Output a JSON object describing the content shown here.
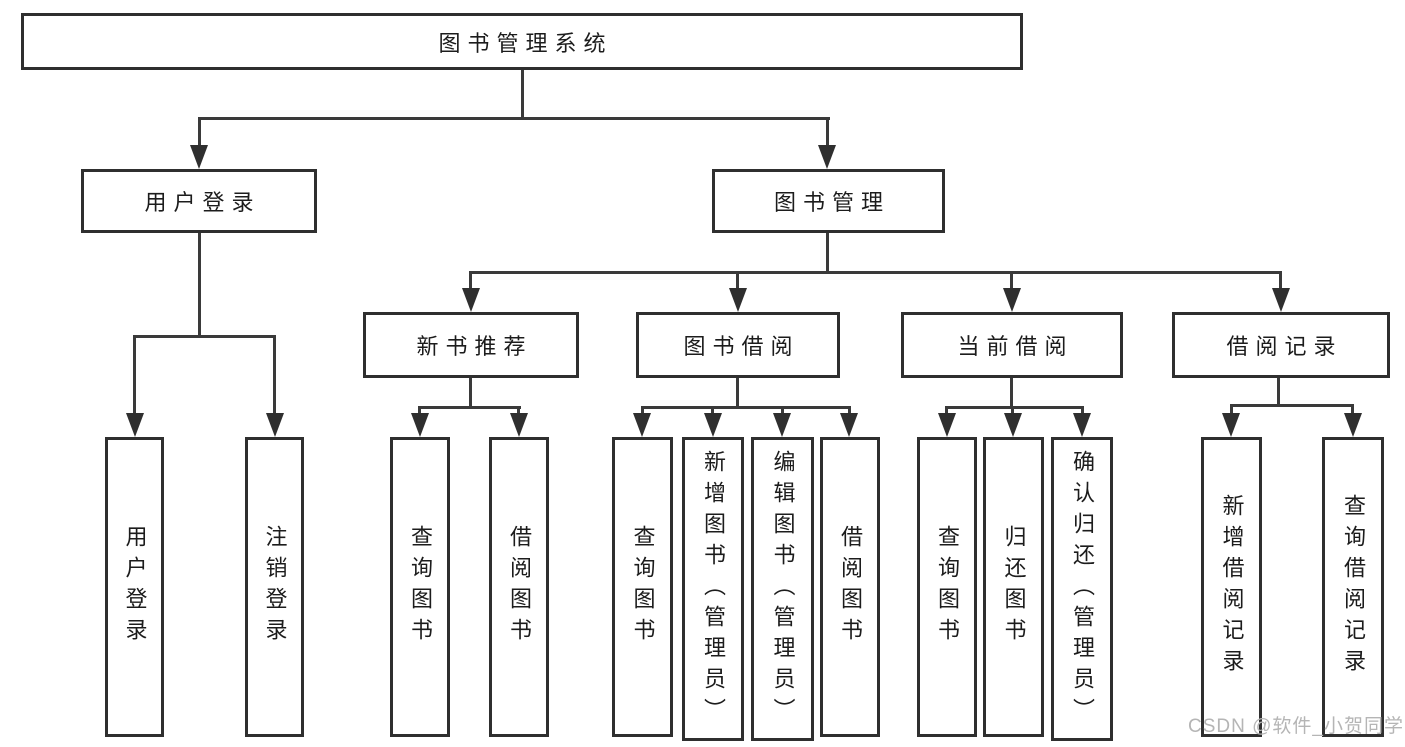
{
  "diagram": {
    "title_note": "library management system function tree",
    "root": {
      "label": "图书管理系统"
    },
    "branches": [
      {
        "label": "用户登录",
        "children": [
          "用户登录",
          "注销登录"
        ]
      },
      {
        "label": "图书管理",
        "children": [
          {
            "label": "新书推荐",
            "children": [
              "查询图书",
              "借阅图书"
            ]
          },
          {
            "label": "图书借阅",
            "children": [
              "查询图书",
              "新增图书（管理员）",
              "编辑图书（管理员）",
              "借阅图书"
            ]
          },
          {
            "label": "当前借阅",
            "children": [
              "查询图书",
              "归还图书",
              "确认归还（管理员）"
            ]
          },
          {
            "label": "借阅记录",
            "children": [
              "新增借阅记录",
              "查询借阅记录"
            ]
          }
        ]
      }
    ]
  },
  "watermark": {
    "text": "CSDN @软件_小贺同学"
  },
  "colors": {
    "background": "#ffffff",
    "box_border": "#2f2f2f",
    "connector_line": "#3a3a3a",
    "text": "#1c1c1c",
    "watermark_text": "#b5b5b5"
  }
}
